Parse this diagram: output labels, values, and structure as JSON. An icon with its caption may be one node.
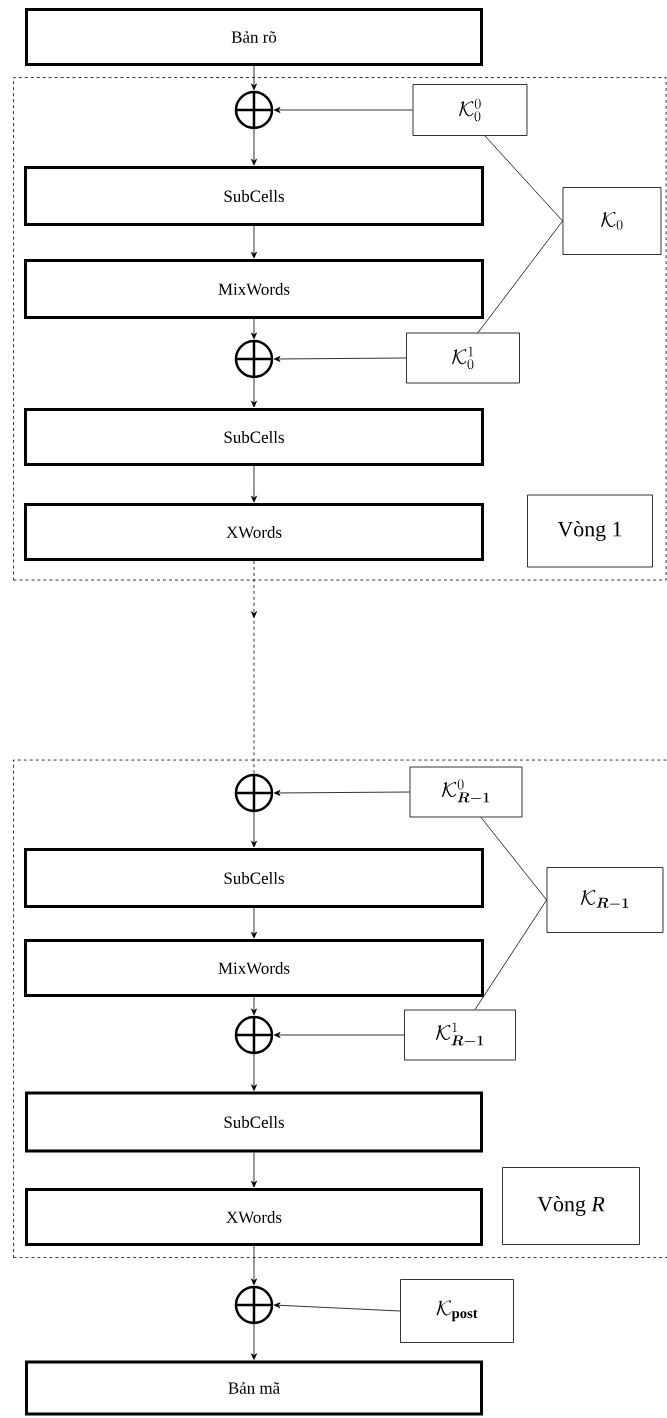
{
  "diagram": {
    "nodes": [
      {
        "text": [
          "Bản rõ"
        ]
      },
      {
        "text": [],
        "shape": "box"
      },
      {
        "text": [],
        "shape": "circle",
        "in": 1
      },
      {
        "text": [
          "\\mathcal{K}_{0}^{0}"
        ],
        "in": 1
      },
      {
        "text": [
          "SubCells"
        ],
        "in": 1
      },
      {
        "text": [
          "MixWords"
        ],
        "in": 1
      },
      {
        "text": [],
        "shape": "circle",
        "in": 1
      },
      {
        "text": [
          "\\mathcal{K}_{0}^{1}"
        ],
        "in": 1
      },
      {
        "text": [
          "\\mathcal{K}_{0}"
        ],
        "in": 1
      },
      {
        "text": [
          "SubCells"
        ],
        "in": 1
      },
      {
        "text": [
          "XWords"
        ],
        "in": 1
      },
      {
        "text": [
          "Vòng 1"
        ],
        "in": 1
      },
      {
        "text": [],
        "shape": "box"
      },
      {
        "text": [],
        "shape": "circle",
        "in": 12
      },
      {
        "text": [
          "\\mathcal{K}_{\\bm{R-1}}^{0}"
        ],
        "in": 12
      },
      {
        "text": [
          "SubCells"
        ],
        "in": 12
      },
      {
        "text": [
          "MixWords"
        ],
        "in": 12
      },
      {
        "text": [],
        "shape": "circle",
        "in": 12
      },
      {
        "text": [
          "\\mathcal{K}_{\\bm{R-1}}^{1}"
        ],
        "in": 12
      },
      {
        "text": [
          "\\mathcal{K}_{\\bm{R-1}}"
        ],
        "in": 12
      },
      {
        "text": [
          "SubCells"
        ],
        "in": 12
      },
      {
        "text": [
          "XWords"
        ],
        "in": 12
      },
      {
        "text": [
          "Vòng *R*"
        ],
        "in": 12
      },
      {
        "text": [],
        "shape": "circle"
      },
      {
        "text": [
          "\\mathcal{K}_{\\mathbf{post}}"
        ]
      },
      {
        "text": [
          "Bản mã"
        ]
      }
    ],
    "edges": [
      {
        "from": 0,
        "to": 2,
        "arrow": "to"
      },
      {
        "from": 3,
        "to": 2,
        "arrow": "to"
      },
      {
        "from": 2,
        "to": 4,
        "arrow": "to"
      },
      {
        "from": 4,
        "to": 5,
        "arrow": "to"
      },
      {
        "from": 5,
        "to": 6,
        "arrow": "to"
      },
      {
        "from": 7,
        "to": 6,
        "arrow": "to"
      },
      {
        "from": 6,
        "to": 9,
        "arrow": "to"
      },
      {
        "from": 9,
        "to": 10,
        "arrow": "to"
      },
      {
        "from": 8,
        "to": 3,
        "arrow": "none"
      },
      {
        "from": 8,
        "to": 7,
        "arrow": "none"
      },
      {
        "from": 10,
        "to": 13,
        "arrow": "to",
        "style": "dashed"
      },
      {
        "from": 14,
        "to": 13,
        "arrow": "to"
      },
      {
        "from": 13,
        "to": 15,
        "arrow": "to"
      },
      {
        "from": 15,
        "to": 16,
        "arrow": "to"
      },
      {
        "from": 16,
        "to": 17,
        "arrow": "to"
      },
      {
        "from": 18,
        "to": 17,
        "arrow": "to"
      },
      {
        "from": 17,
        "to": 20,
        "arrow": "to"
      },
      {
        "from": 20,
        "to": 21,
        "arrow": "to"
      },
      {
        "from": 19,
        "to": 14,
        "arrow": "none"
      },
      {
        "from": 19,
        "to": 18,
        "arrow": "none"
      },
      {
        "from": 21,
        "to": 23,
        "arrow": "to"
      },
      {
        "from": 24,
        "to": 23,
        "arrow": "to"
      },
      {
        "from": 23,
        "to": 25,
        "arrow": "to"
      }
    ]
  }
}
